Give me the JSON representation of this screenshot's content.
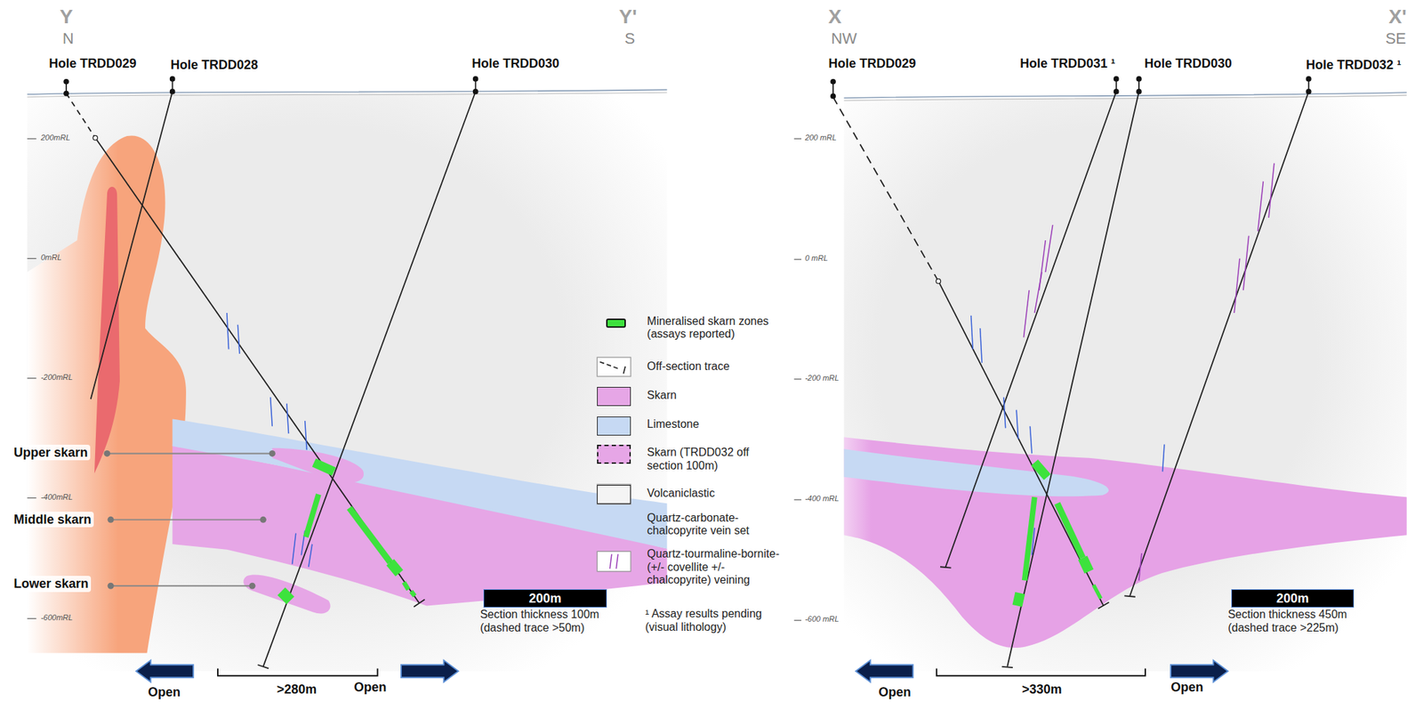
{
  "diagram": {
    "nodes": [
      {
        "text": [
          "200m"
        ]
      },
      {
        "text": [
          "200m"
        ]
      }
    ],
    "labels": [
      "Y",
      "N",
      "Y'",
      "S",
      "X",
      "NW",
      "X'",
      "SE",
      "Hole TRDD029",
      "Hole TRDD028",
      "Hole TRDD030",
      "Hole TRDD029",
      "Hole TRDD031 ¹",
      "Hole TRDD030",
      "Hole TRDD032 ¹",
      "200mRL",
      "0mRL",
      "-200mRL",
      "-400mRL",
      "-600mRL",
      "200 mRL",
      "0 mRL",
      "-200 mRL",
      "-400 mRL",
      "-600 mRL",
      "Upper skarn",
      "Middle skarn",
      "Lower skarn",
      "Open",
      ">280m",
      "Open",
      "Open",
      ">330m",
      "Open",
      "Section thickness 100m (dashed trace >50m)",
      "Section thickness 450m (dashed trace >225m)",
      "¹ Assay results pending (visual lithology)"
    ],
    "legend": [
      {
        "text": "Mineralised skarn zones (assays reported)",
        "color": "#3de23d"
      },
      {
        "text": "Off-section trace"
      },
      {
        "text": "Skarn",
        "color": "#e6a6e6"
      },
      {
        "text": "Limestone",
        "color": "#c6d9f3"
      },
      {
        "text": "Skarn (TRDD032 off section 100m)",
        "color": "#e6a6e6"
      },
      {
        "text": "Volcaniclastic",
        "color": "#f4f4f4"
      },
      {
        "text": "Quartz-carbonate-chalcopyrite vein set"
      },
      {
        "text": "Quartz-tourmaline-bornite-(+/- covellite +/- chalcopyrite) veining"
      }
    ]
  }
}
